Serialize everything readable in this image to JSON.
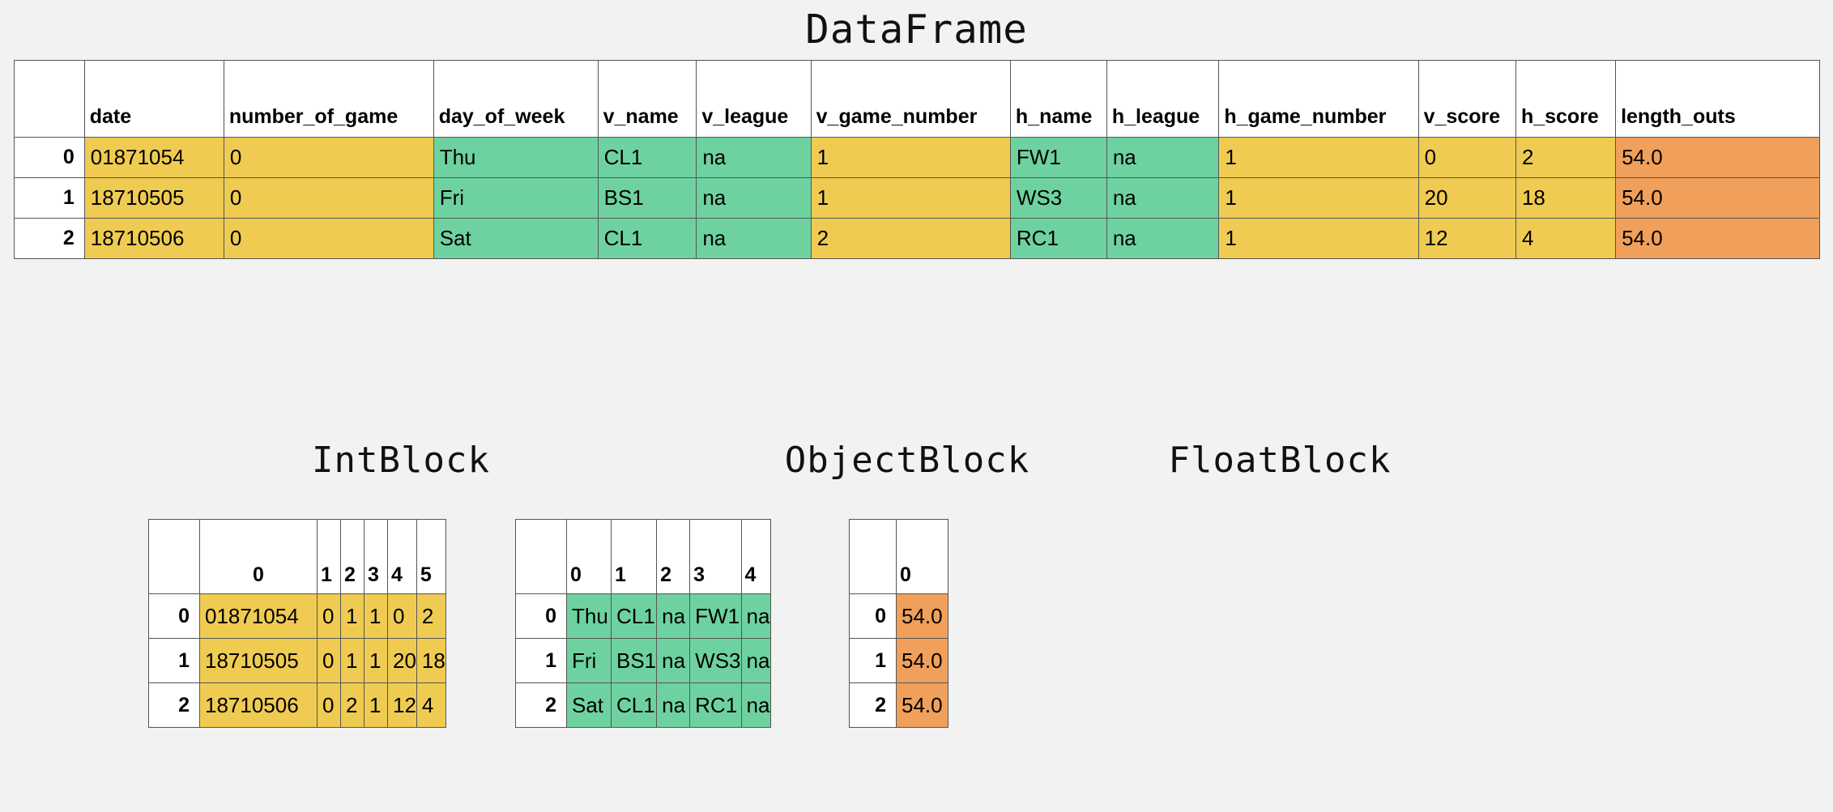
{
  "titles": {
    "dataframe": "DataFrame",
    "intblock": "IntBlock",
    "objectblock": "ObjectBlock",
    "floatblock": "FloatBlock"
  },
  "colors": {
    "background": "#f2f2f2",
    "int_cell": "#efcb52",
    "object_cell": "#6ed2a0",
    "float_cell": "#f0a05a",
    "border": "#555555",
    "text": "#000000"
  },
  "dataframe": {
    "corner_header": "",
    "columns": [
      {
        "name": "date",
        "dtype": "int"
      },
      {
        "name": "number_of_game",
        "dtype": "int"
      },
      {
        "name": "day_of_week",
        "dtype": "object"
      },
      {
        "name": "v_name",
        "dtype": "object"
      },
      {
        "name": "v_league",
        "dtype": "object"
      },
      {
        "name": "v_game_number",
        "dtype": "int"
      },
      {
        "name": "h_name",
        "dtype": "object"
      },
      {
        "name": "h_league",
        "dtype": "object"
      },
      {
        "name": "h_game_number",
        "dtype": "int"
      },
      {
        "name": "v_score",
        "dtype": "int"
      },
      {
        "name": "h_score",
        "dtype": "int"
      },
      {
        "name": "length_outs",
        "dtype": "float"
      }
    ],
    "index": [
      "0",
      "1",
      "2"
    ],
    "rows": [
      [
        "01871054",
        "0",
        "Thu",
        "CL1",
        "na",
        "1",
        "FW1",
        "na",
        "1",
        "0",
        "2",
        "54.0"
      ],
      [
        "18710505",
        "0",
        "Fri",
        "BS1",
        "na",
        "1",
        "WS3",
        "na",
        "1",
        "20",
        "18",
        "54.0"
      ],
      [
        "18710506",
        "0",
        "Sat",
        "CL1",
        "na",
        "2",
        "RC1",
        "na",
        "1",
        "12",
        "4",
        "54.0"
      ]
    ]
  },
  "intblock": {
    "corner_header": "",
    "columns": [
      "0",
      "1",
      "2",
      "3",
      "4",
      "5"
    ],
    "index": [
      "0",
      "1",
      "2"
    ],
    "rows": [
      [
        "01871054",
        "0",
        "1",
        "1",
        "0",
        "2"
      ],
      [
        "18710505",
        "0",
        "1",
        "1",
        "20",
        "18"
      ],
      [
        "18710506",
        "0",
        "2",
        "1",
        "12",
        "4"
      ]
    ]
  },
  "objectblock": {
    "corner_header": "",
    "columns": [
      "0",
      "1",
      "2",
      "3",
      "4"
    ],
    "index": [
      "0",
      "1",
      "2"
    ],
    "rows": [
      [
        "Thu",
        "CL1",
        "na",
        "FW1",
        "na"
      ],
      [
        "Fri",
        "BS1",
        "na",
        "WS3",
        "na"
      ],
      [
        "Sat",
        "CL1",
        "na",
        "RC1",
        "na"
      ]
    ]
  },
  "floatblock": {
    "corner_header": "",
    "columns": [
      "0"
    ],
    "index": [
      "0",
      "1",
      "2"
    ],
    "rows": [
      [
        "54.0"
      ],
      [
        "54.0"
      ],
      [
        "54.0"
      ]
    ]
  }
}
